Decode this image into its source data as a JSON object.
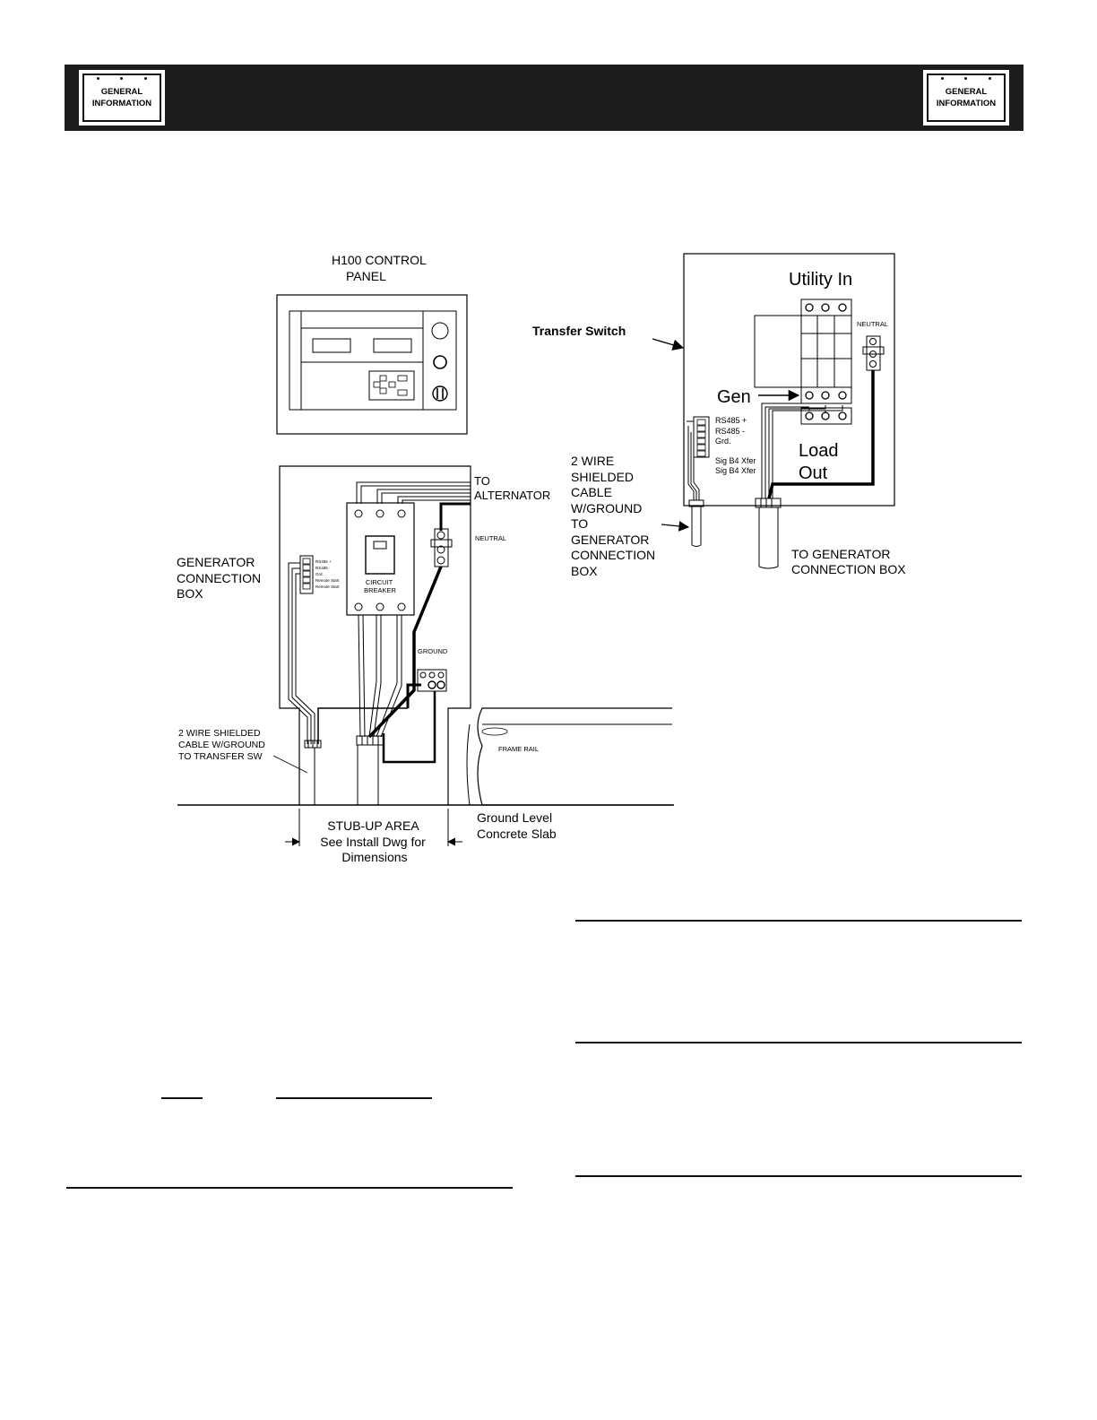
{
  "header": {
    "badge_left": {
      "line1": "GENERAL",
      "line2": "INFORMATION"
    },
    "badge_right": {
      "line1": "GENERAL",
      "line2": "INFORMATION"
    },
    "bar_color": "#1c1c1c"
  },
  "control_panel": {
    "title_line1": "H100   CONTROL",
    "title_line2": "PANEL"
  },
  "generator_box": {
    "label_lines": [
      "GENERATOR",
      "CONNECTION",
      "BOX"
    ],
    "to_alternator_lines": [
      "TO",
      "ALTERNATOR"
    ],
    "neutral": "NEUTRAL",
    "breaker_lines": [
      "CIRCUIT",
      "BREAKER"
    ],
    "ground": "GROUND",
    "terminal_lines": [
      "RS485 +",
      "RS485 -",
      "Grd.",
      "Remote Start",
      "Remote Start"
    ],
    "shielded_cable_lines": [
      "2 WIRE SHIELDED",
      "CABLE W/GROUND",
      "TO TRANSFER SW"
    ],
    "frame_rail": "FRAME RAIL",
    "stub_up_lines": [
      "STUB-UP AREA",
      "See Install Dwg for",
      "Dimensions"
    ],
    "ground_level_lines": [
      "Ground Level",
      "Concrete Slab"
    ]
  },
  "transfer_switch": {
    "label": "Transfer Switch",
    "utility_in": "Utility In",
    "neutral": "NEUTRAL",
    "gen": "Gen",
    "load_out_lines": [
      "Load",
      "Out"
    ],
    "terminal_lines": [
      "RS485 +",
      "RS485 -",
      "Grd.",
      "Sig B4 Xfer",
      "Sig B4 Xfer"
    ],
    "cable_lines": [
      "2 WIRE",
      "SHIELDED",
      "CABLE",
      "W/GROUND",
      "TO",
      "GENERATOR",
      "CONNECTION",
      "BOX"
    ],
    "to_gen_box_lines": [
      "TO GENERATOR",
      "CONNECTION BOX"
    ]
  }
}
